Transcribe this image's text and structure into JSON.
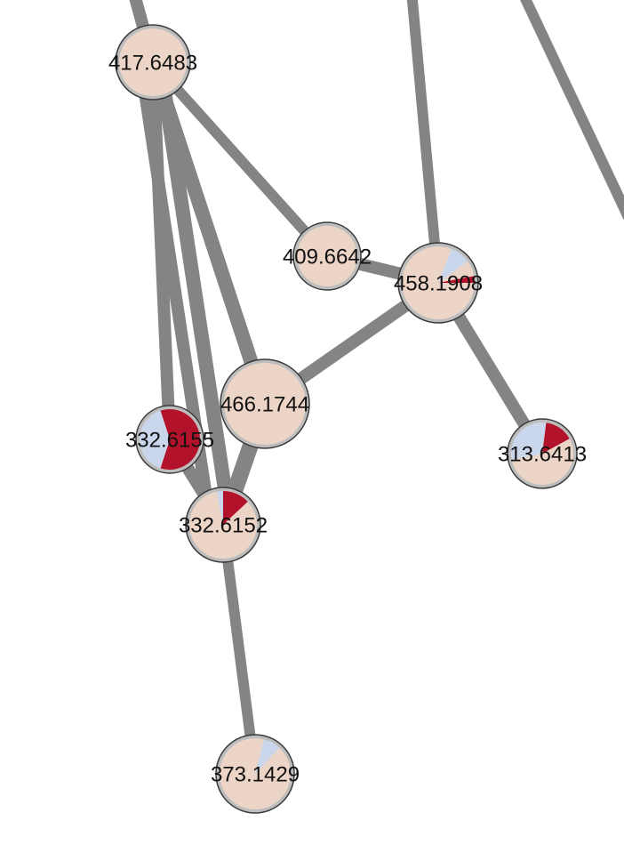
{
  "colors": {
    "base": "#ecd5c6",
    "blue": "#c9d6ec",
    "red": "#b3132a",
    "edge": "#848484",
    "ring": "#bdbdbd",
    "outline": "#3a3a3a"
  },
  "nodes": [
    {
      "id": "n417",
      "label": "417.6483",
      "slices": []
    },
    {
      "id": "n409",
      "label": "409.6642",
      "slices": []
    },
    {
      "id": "n458",
      "label": "458.1908",
      "slices": [
        {
          "color": "blue",
          "fraction": 0.09,
          "start": 0.06
        },
        {
          "color": "red",
          "fraction": 0.03,
          "start": 0.22
        }
      ]
    },
    {
      "id": "n466",
      "label": "466.1744",
      "slices": []
    },
    {
      "id": "n332a",
      "label": "332.6155",
      "slices": [
        {
          "color": "red",
          "fraction": 0.6,
          "start": 0.95
        },
        {
          "color": "blue",
          "fraction": 0.4,
          "start": 0.55
        }
      ]
    },
    {
      "id": "n313",
      "label": "313.6413",
      "slices": [
        {
          "color": "red",
          "fraction": 0.15,
          "start": 0.02
        },
        {
          "color": "blue",
          "fraction": 0.3,
          "start": 0.72
        }
      ]
    },
    {
      "id": "n332b",
      "label": "332.6152",
      "slices": [
        {
          "color": "blue",
          "fraction": 0.03,
          "start": 0.97
        },
        {
          "color": "red",
          "fraction": 0.13,
          "start": 0.0
        }
      ]
    },
    {
      "id": "n373",
      "label": "373.1429",
      "slices": [
        {
          "color": "blue",
          "fraction": 0.08,
          "start": 0.04
        }
      ]
    }
  ],
  "edges": [
    {
      "from": "offtop1",
      "to": "n417",
      "weight": 14
    },
    {
      "from": "n417",
      "to": "n409",
      "weight": 12
    },
    {
      "from": "n417",
      "to": "n466",
      "weight": 16
    },
    {
      "from": "n417",
      "to": "n332a",
      "weight": 14
    },
    {
      "from": "n417",
      "to": "n332b",
      "weight": 16
    },
    {
      "from": "n417",
      "to": "n332b",
      "weight": 14
    },
    {
      "from": "n409",
      "to": "n458",
      "weight": 14
    },
    {
      "from": "offtop2",
      "to": "n458",
      "weight": 12
    },
    {
      "from": "n458",
      "to": "n466",
      "weight": 14
    },
    {
      "from": "n458",
      "to": "n313",
      "weight": 14
    },
    {
      "from": "n466",
      "to": "n332b",
      "weight": 18
    },
    {
      "from": "n332a",
      "to": "n332b",
      "weight": 14
    },
    {
      "from": "n332b",
      "to": "n373",
      "weight": 12
    },
    {
      "from": "offtop3",
      "to": "offright",
      "weight": 12
    }
  ]
}
